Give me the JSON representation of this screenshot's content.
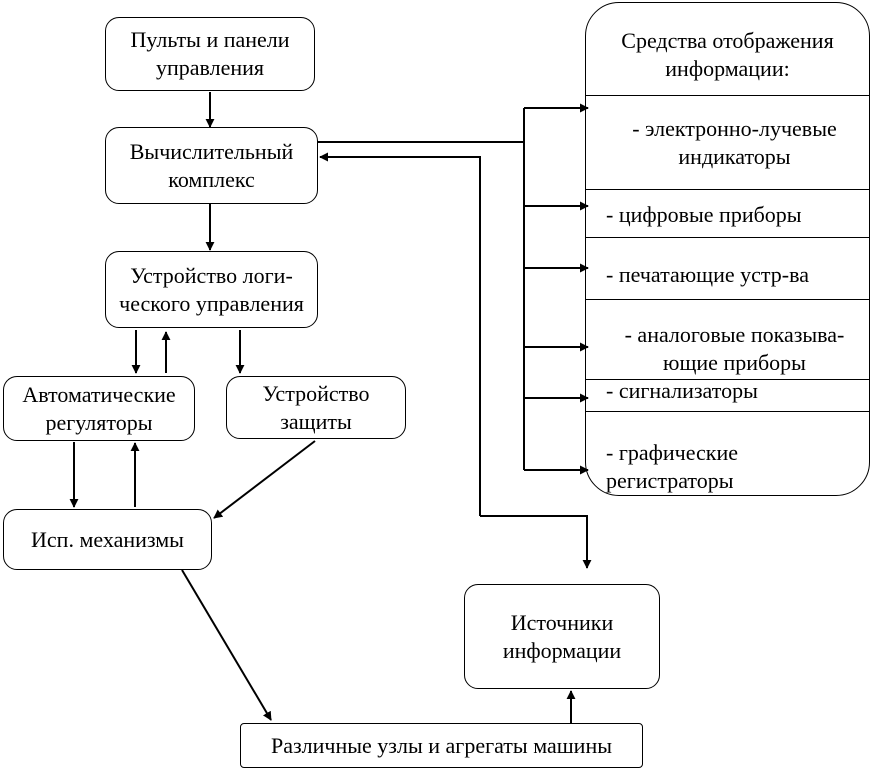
{
  "boxes": {
    "control_panels": "Пульты и панели\nуправления",
    "computing_complex": "Вычислительный\nкомплекс",
    "logic_control": "Устройство логи-\nческого управления",
    "auto_regulators": "Автоматические\nрегуляторы",
    "protection": "Устройство\nзащиты",
    "actuators": "Исп. механизмы",
    "info_sources": "Источники\nинформации",
    "machine_units": "Различные узлы и агрегаты машины"
  },
  "display_panel": {
    "header": "Средства отображения\nинформации:",
    "items": [
      "- электронно-лучевые\nиндикаторы",
      "- цифровые приборы",
      "- печатающие устр-ва",
      "- аналоговые показыва-\nющие приборы",
      "- сигнализаторы",
      "- графические\nрегистраторы"
    ]
  }
}
